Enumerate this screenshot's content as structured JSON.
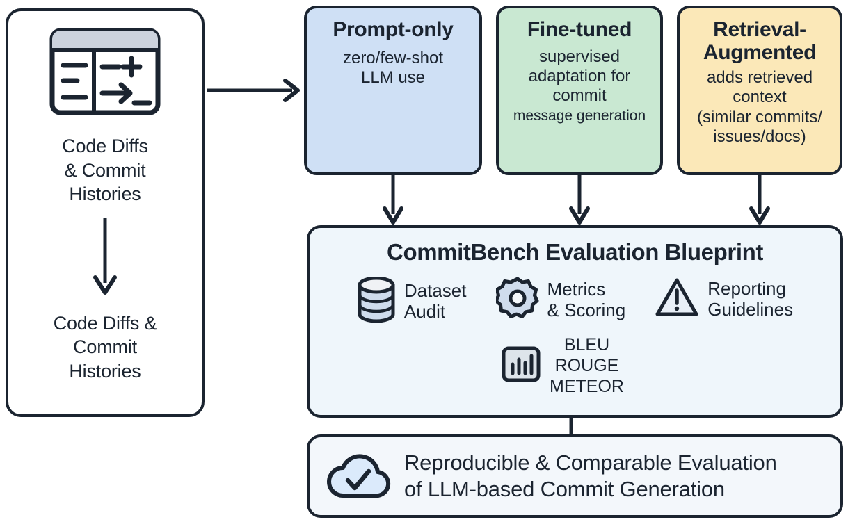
{
  "diagram": {
    "title": "CommitBench Evaluation Blueprint pipeline",
    "colors": {
      "stroke": "#1b2430",
      "prompt_only_fill": "#cfe0f5",
      "fine_tuned_fill": "#c9e8d2",
      "retrieval_augmented_fill": "#fbe8b8",
      "blueprint_fill": "#eff6fb",
      "outcome_fill": "#f3f7fb",
      "icon_fill": "#dbe6f0",
      "canvas": "#ffffff"
    }
  },
  "source": {
    "icon": "code-diff-window-icon",
    "label_top": "Code Diffs\n& Commit\nHistories",
    "arrow_icon": "down-arrow-icon",
    "label_bottom": "Code Diffs &\nCommit\nHistories"
  },
  "approaches": [
    {
      "id": "prompt-only",
      "title": "Prompt-only",
      "description": "zero/few-shot\nLLM use",
      "fill": "#cfe0f5"
    },
    {
      "id": "fine-tuned",
      "title": "Fine-tuned",
      "description": "supervised\nadaptation for\ncommit",
      "description_small": "message generation",
      "fill": "#c9e8d2"
    },
    {
      "id": "retrieval-augmented",
      "title": "Retrieval-\nAugmented",
      "description": "adds retrieved\ncontext\n(similar commits/\nissues/docs)",
      "fill": "#fbe8b8"
    }
  ],
  "blueprint": {
    "title": "CommitBench Evaluation Blueprint",
    "features": [
      {
        "id": "dataset-audit",
        "icon": "database-icon",
        "label": "Dataset\nAudit"
      },
      {
        "id": "metrics-scoring",
        "icon": "gear-icon",
        "label": "Metrics\n& Scoring"
      },
      {
        "id": "reporting-guidelines",
        "icon": "warning-triangle-icon",
        "label": "Reporting\nGuidelines"
      }
    ],
    "metrics": {
      "id": "metrics-list",
      "icon": "bar-chart-icon",
      "label": "BLEU\nROUGE\nMETEOR"
    }
  },
  "outcome": {
    "icon": "cloud-check-icon",
    "text": "Reproducible & Comparable Evaluation\nof LLM-based Commit Generation"
  },
  "connectors": [
    {
      "id": "source-to-prompt",
      "direction": "right"
    },
    {
      "id": "prompt-to-blueprint",
      "direction": "down"
    },
    {
      "id": "finetuned-to-blueprint",
      "direction": "down"
    },
    {
      "id": "rag-to-blueprint",
      "direction": "down"
    },
    {
      "id": "blueprint-to-outcome",
      "direction": "down"
    }
  ]
}
